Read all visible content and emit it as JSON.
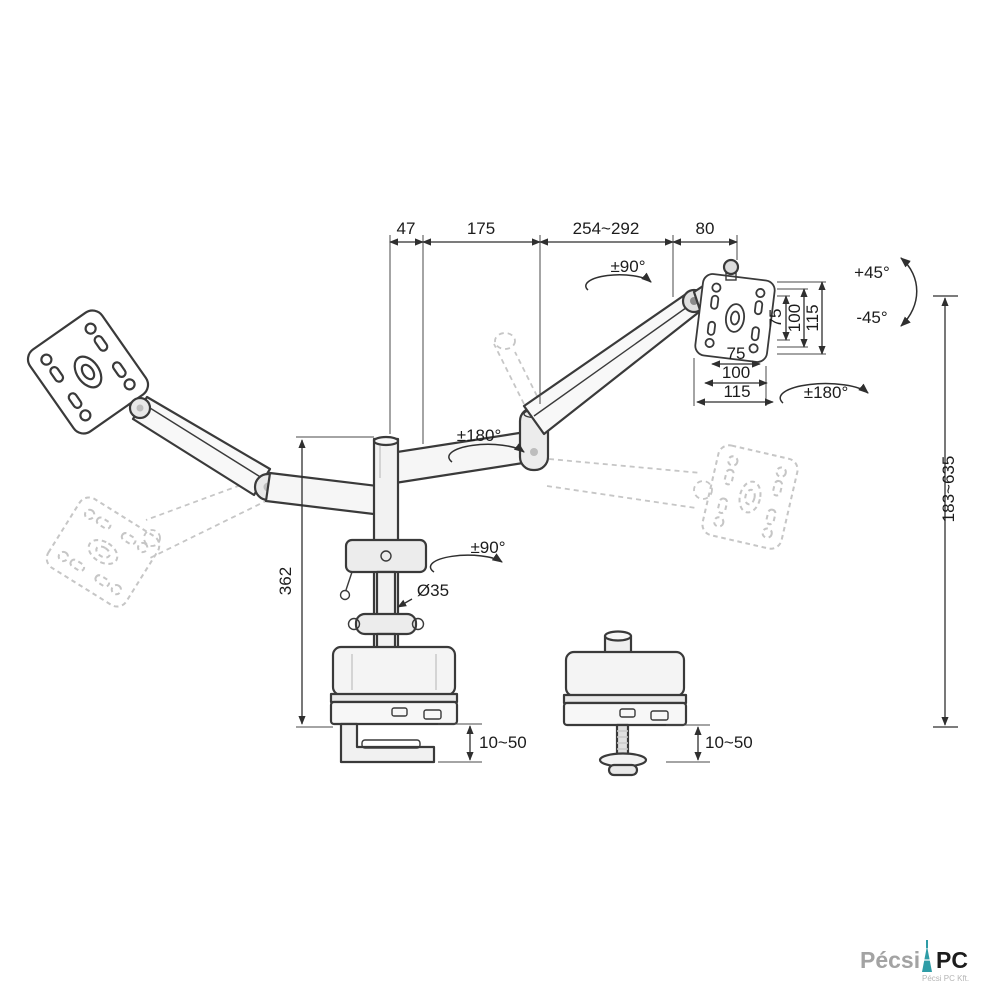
{
  "labels": {
    "dim_47": "47",
    "dim_175": "175",
    "dim_254_292": "254~292",
    "dim_80": "80",
    "swivel_top": "±90°",
    "tilt_up": "+45°",
    "tilt_down": "-45°",
    "vesa_v75": "75",
    "vesa_v100": "100",
    "vesa_v115": "115",
    "vesa_h75": "75",
    "vesa_h100": "100",
    "vesa_h115": "115",
    "plate_rotate": "±180°",
    "height_range": "183~635",
    "arm_rotate": "±180°",
    "base_swivel": "±90°",
    "pole_height": "362",
    "pole_diameter": "Ø35",
    "desk_thickness_left": "10~50",
    "desk_thickness_right": "10~50"
  },
  "watermark": {
    "brand_primary": "Pécsi",
    "brand_secondary": "PC",
    "subtitle": "Pécsi PC Kft.",
    "accent_color": "#2E9CA6"
  }
}
